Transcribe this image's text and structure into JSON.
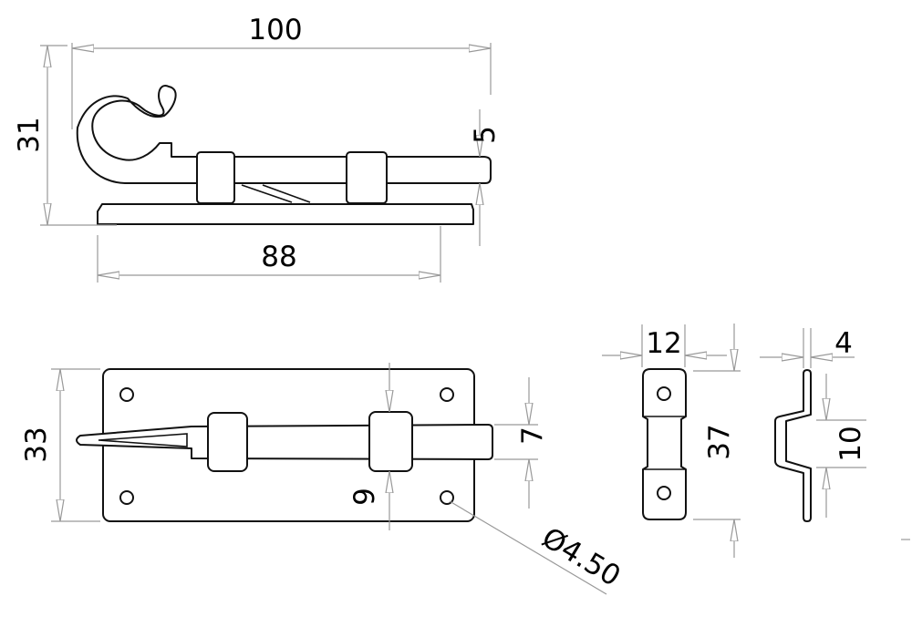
{
  "drawing": {
    "dimensions": {
      "overall_length": "100",
      "overall_height": "31",
      "bolt_thickness": "5",
      "plate_length": "88",
      "plate_height": "33",
      "bolt_width": "7",
      "keeper_offset": "9",
      "hole_diameter": "Ø4.50",
      "keeper_width": "12",
      "keeper_length": "37",
      "keeper_thickness": "4",
      "keeper_offset_depth": "10"
    },
    "colors": {
      "line": "#111111",
      "dimension": "#999999"
    }
  }
}
